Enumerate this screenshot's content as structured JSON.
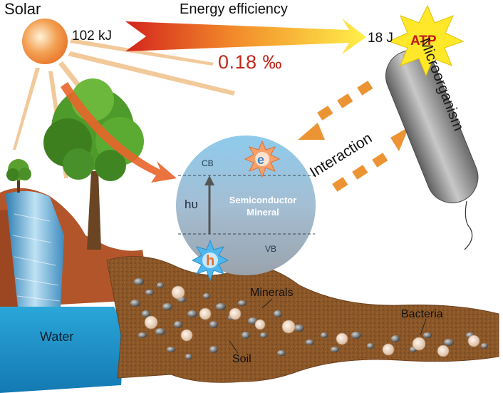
{
  "labels": {
    "solar": "Solar",
    "energy_efficiency": "Energy efficiency",
    "energy_in": "102 kJ",
    "energy_out": "18 J",
    "efficiency_value": "0.18 ‰",
    "atp": "ATP",
    "microorganism": "Microorganism",
    "interaction": "Interaction",
    "conduction_band": "CB",
    "valence_band": "VB",
    "photon_energy": "hυ",
    "semiconductor_mineral": "Semiconductor Mineral",
    "electron": "e",
    "hole": "h",
    "minerals": "Minerals",
    "bacteria": "Bacteria",
    "soil": "Soil",
    "water": "Water"
  },
  "colors": {
    "sun": "#f08a35",
    "arrow_hot": "#d3241c",
    "arrow_cool": "#fff04a",
    "efficiency_text": "#c0281c",
    "interaction_arrows": "#ec9434",
    "sphere_top": "#8ecbec",
    "sphere_bottom": "#9aa3ad",
    "microbe_body": "#8a8a8a",
    "atp_star": "#ffe82a",
    "soil": "#8a5627",
    "water": "#1e96c8",
    "foliage": "#4e9a2a"
  },
  "icons": [
    "sun-icon",
    "tree-icon",
    "atp-star-icon",
    "electron-burst-icon",
    "hole-burst-icon",
    "microorganism-icon"
  ]
}
